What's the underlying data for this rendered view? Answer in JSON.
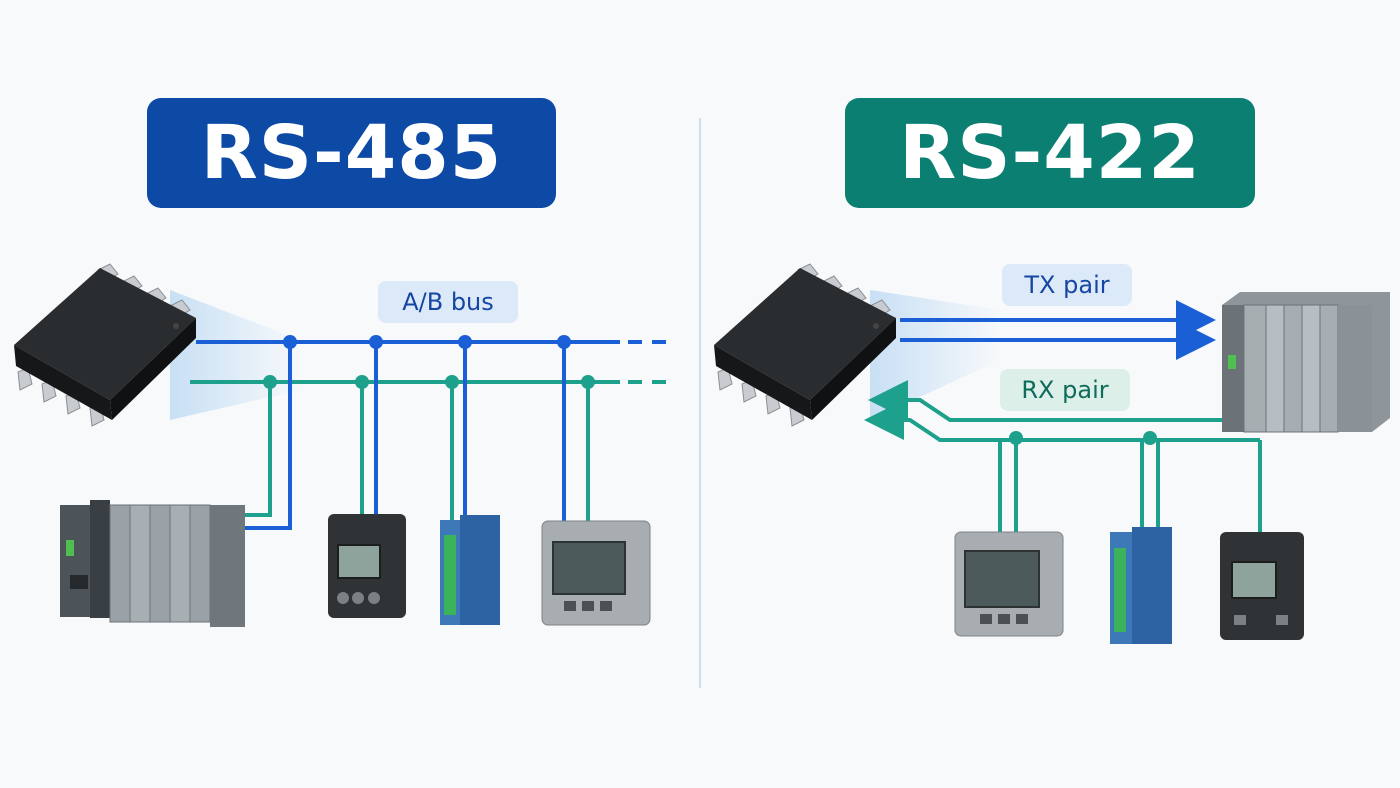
{
  "rs485": {
    "title": "RS-485",
    "bus_label": "A/B bus"
  },
  "rs422": {
    "title": "RS-422",
    "tx_label": "TX pair",
    "rx_label": "RX pair"
  },
  "colors": {
    "rs485_banner": "#0d4aa5",
    "rs422_banner": "#0c7f73",
    "wire_blue": "#1a5fd6",
    "wire_green": "#1ea18c",
    "device_dark": "#2f3336",
    "plc_gray": "#8e969b"
  },
  "icons": [
    "ic-chip-icon",
    "plc-rack-icon",
    "panel-meter-icon",
    "din-rail-module-icon",
    "hmi-display-icon"
  ]
}
